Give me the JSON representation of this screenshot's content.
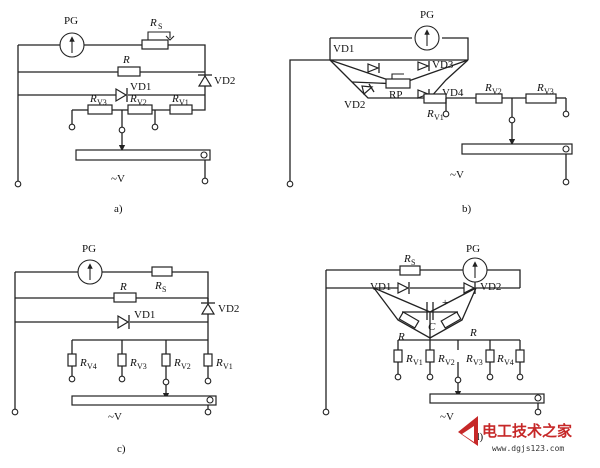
{
  "panels": {
    "a": {
      "caption": "a)",
      "meter": "PG",
      "rs": {
        "main": "R",
        "sub": "S"
      },
      "r": "R",
      "vd1": "VD1",
      "vd2": "VD2",
      "rv3": {
        "main": "R",
        "sub": "V3"
      },
      "rv2": {
        "main": "R",
        "sub": "V2"
      },
      "rv1": {
        "main": "R",
        "sub": "V1"
      },
      "source": "~V"
    },
    "b": {
      "caption": "b)",
      "meter": "PG",
      "vd1": "VD1",
      "vd2": "VD2",
      "vd3": "VD3",
      "vd4": "VD4",
      "rp": "RP",
      "rv1": {
        "main": "R",
        "sub": "V1"
      },
      "rv2": {
        "main": "R",
        "sub": "V2"
      },
      "rv3": {
        "main": "R",
        "sub": "V3"
      },
      "source": "~V"
    },
    "c": {
      "caption": "c)",
      "meter": "PG",
      "rs": {
        "main": "R",
        "sub": "S"
      },
      "r": "R",
      "vd1": "VD1",
      "vd2": "VD2",
      "rv4": {
        "main": "R",
        "sub": "V4"
      },
      "rv3": {
        "main": "R",
        "sub": "V3"
      },
      "rv2": {
        "main": "R",
        "sub": "V2"
      },
      "rv1": {
        "main": "R",
        "sub": "V1"
      },
      "source": "~V"
    },
    "d": {
      "caption": "d)",
      "meter": "PG",
      "rs": {
        "main": "R",
        "sub": "S"
      },
      "vd1": "VD1",
      "vd2": "VD2",
      "cap": "C",
      "plus": "+",
      "r_left": "R",
      "r_right": "R",
      "rv1": {
        "main": "R",
        "sub": "V1"
      },
      "rv2": {
        "main": "R",
        "sub": "V2"
      },
      "rv3": {
        "main": "R",
        "sub": "V3"
      },
      "rv4": {
        "main": "R",
        "sub": "V4"
      },
      "source": "~V"
    }
  },
  "watermark": {
    "site_name": "电工技术之家",
    "url": "www.dgjs123.com",
    "logo_color": "#c62828"
  }
}
